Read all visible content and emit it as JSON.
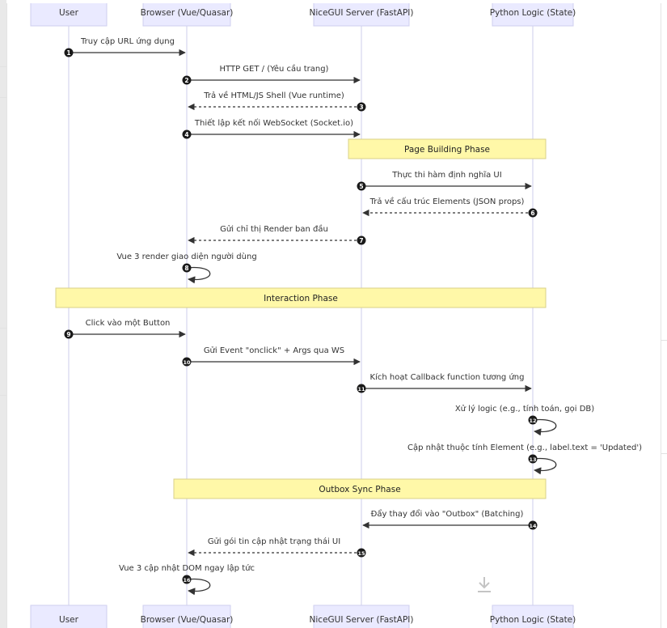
{
  "participants": [
    {
      "id": "user",
      "label": "User"
    },
    {
      "id": "browser",
      "label": "Browser (Vue/Quasar)"
    },
    {
      "id": "server",
      "label": "NiceGUI Server (FastAPI)"
    },
    {
      "id": "logic",
      "label": "Python Logic (State)"
    }
  ],
  "messages": [
    {
      "n": "1",
      "from": "user",
      "to": "browser",
      "style": "solid",
      "text": "Truy cập URL ứng dụng"
    },
    {
      "n": "2",
      "from": "browser",
      "to": "server",
      "style": "solid",
      "text": "HTTP GET / (Yêu cầu trang)"
    },
    {
      "n": "3",
      "from": "server",
      "to": "browser",
      "style": "dashed",
      "text": "Trả về HTML/JS Shell (Vue runtime)"
    },
    {
      "n": "4",
      "from": "browser",
      "to": "server",
      "style": "solid",
      "text": "Thiết lập kết nối WebSocket (Socket.io)"
    },
    {
      "n": "5",
      "from": "server",
      "to": "logic",
      "style": "solid",
      "text": "Thực thi hàm định nghĩa UI"
    },
    {
      "n": "6",
      "from": "logic",
      "to": "server",
      "style": "dashed",
      "text": "Trả về cấu trúc Elements (JSON props)"
    },
    {
      "n": "7",
      "from": "server",
      "to": "browser",
      "style": "dashed",
      "text": "Gửi chỉ thị Render ban đầu"
    },
    {
      "n": "8",
      "from": "browser",
      "to": "browser",
      "style": "self",
      "text": "Vue 3 render giao diện người dùng"
    },
    {
      "n": "9",
      "from": "user",
      "to": "browser",
      "style": "solid",
      "text": "Click vào một Button"
    },
    {
      "n": "10",
      "from": "browser",
      "to": "server",
      "style": "solid",
      "text": "Gửi Event \"onclick\" + Args qua WS"
    },
    {
      "n": "11",
      "from": "server",
      "to": "logic",
      "style": "solid",
      "text": "Kích hoạt Callback function tương ứng"
    },
    {
      "n": "12",
      "from": "logic",
      "to": "logic",
      "style": "self",
      "text": "Xử lý logic (e.g., tính toán, gọi DB)"
    },
    {
      "n": "13",
      "from": "logic",
      "to": "logic",
      "style": "self",
      "text": "Cập nhật thuộc tính Element (e.g., label.text = 'Updated')"
    },
    {
      "n": "14",
      "from": "logic",
      "to": "server",
      "style": "solid",
      "text": "Đẩy thay đổi vào \"Outbox\" (Batching)"
    },
    {
      "n": "15",
      "from": "server",
      "to": "browser",
      "style": "dashed",
      "text": "Gửi gói tin cập nhật trạng thái UI"
    },
    {
      "n": "16",
      "from": "browser",
      "to": "browser",
      "style": "self",
      "text": "Vue 3 cập nhật DOM ngay lập tức"
    }
  ],
  "phases": [
    {
      "label": "Page Building Phase",
      "from": "server",
      "to": "logic"
    },
    {
      "label": "Interaction Phase",
      "from": "user",
      "to": "logic"
    },
    {
      "label": "Outbox Sync Phase",
      "from": "browser",
      "to": "logic"
    }
  ],
  "colors": {
    "participant_fill": "#eaeaff",
    "participant_stroke": "#cfcfef",
    "lifeline": "#d6d6ee",
    "phase_fill": "#fff8a8",
    "phase_stroke": "#d9d18a",
    "arrow": "#333333"
  },
  "icons": {
    "scroll_hint": "download-arrow-icon"
  }
}
